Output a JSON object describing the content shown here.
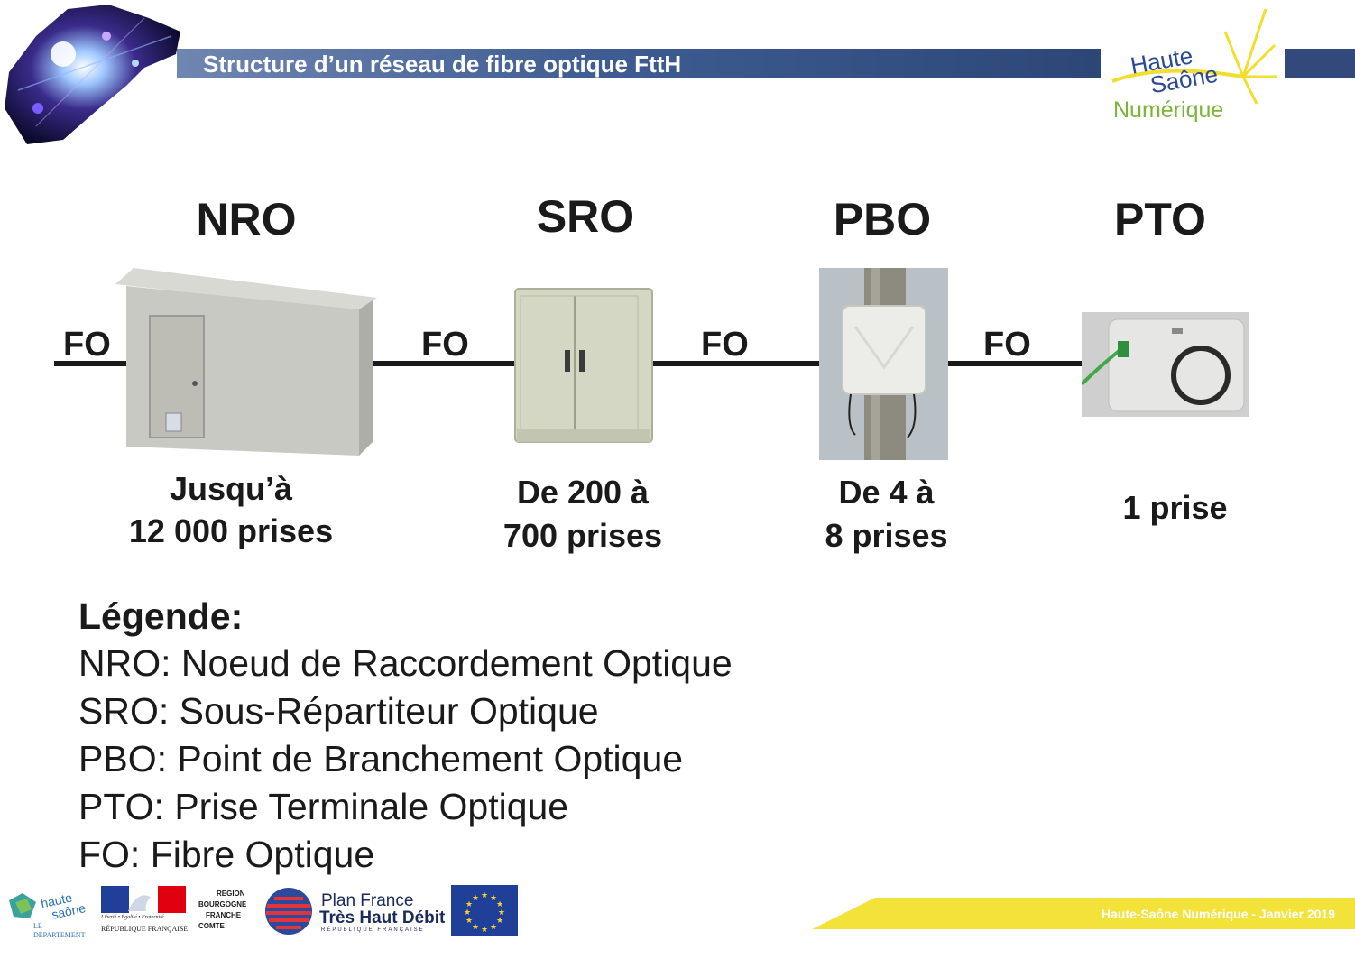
{
  "header": {
    "title": "Structure d’un réseau de fibre optique FttH",
    "logo": {
      "line1": "Haute",
      "line2": "Saône",
      "line3": "Numérique"
    }
  },
  "diagram": {
    "connector_label": "FO",
    "nodes": [
      {
        "id": "nro",
        "title": "NRO",
        "count_line1": "Jusqu’à",
        "count_line2": "12 000 prises"
      },
      {
        "id": "sro",
        "title": "SRO",
        "count_line1": "De 200 à",
        "count_line2": "700 prises"
      },
      {
        "id": "pbo",
        "title": "PBO",
        "count_line1": "De 4 à",
        "count_line2": "8 prises"
      },
      {
        "id": "pto",
        "title": "PTO",
        "count_line1": "1 prise",
        "count_line2": ""
      }
    ]
  },
  "legend": {
    "title": "Légende:",
    "items": [
      "NRO: Noeud de Raccordement Optique",
      "SRO: Sous-Répartiteur Optique",
      "PBO: Point de Branchement Optique",
      "PTO: Prise Terminale Optique",
      "FO: Fibre Optique"
    ]
  },
  "footer": {
    "text": "Haute-Saône Numérique - Janvier 2019",
    "partners": {
      "departement": {
        "line1": "haute",
        "line2": "saône",
        "caption": "LE DÉPARTEMENT"
      },
      "republique": {
        "motto": "Liberté • Égalité • Fraternité",
        "caption": "RÉPUBLIQUE FRANÇAISE"
      },
      "region": {
        "lines": [
          "REGION",
          "BOURGOGNE",
          "FRANCHE",
          "COMTE"
        ]
      },
      "plan": {
        "line1": "Plan France",
        "line2": "Très Haut Débit",
        "caption": "RÉPUBLIQUE FRANÇAISE"
      }
    },
    "colors": {
      "footer_bar": "#f2e23a",
      "header_bar": "#3f5d93",
      "eu_flag": "#1f3f99"
    }
  }
}
